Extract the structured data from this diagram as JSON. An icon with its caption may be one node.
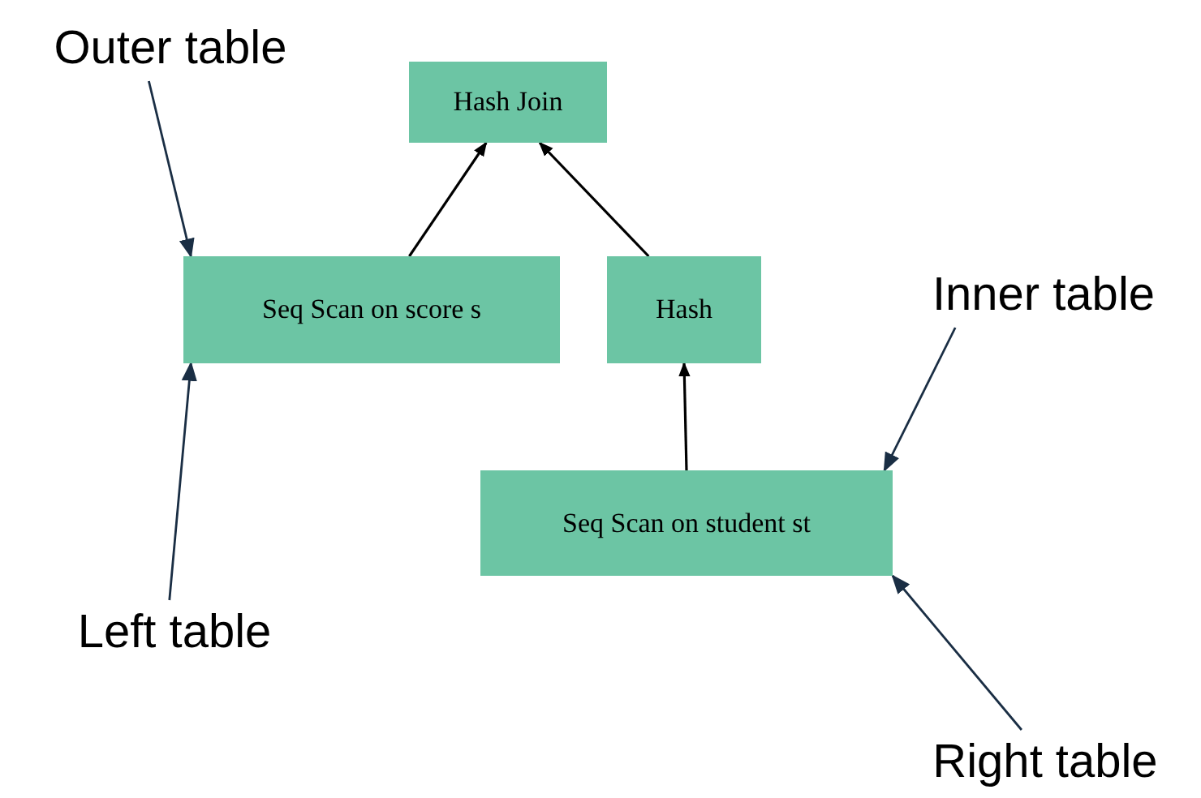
{
  "diagram": {
    "nodes": [
      {
        "text": [
          "Hash Join"
        ]
      },
      {
        "text": [
          "Seq Scan on score s"
        ]
      },
      {
        "text": [
          "Hash"
        ]
      },
      {
        "text": [
          "Seq Scan on student st"
        ]
      },
      {
        "text": [
          "Outer table"
        ]
      },
      {
        "text": [
          "Left table"
        ]
      },
      {
        "text": [
          "Inner table"
        ]
      },
      {
        "text": [
          "Right table"
        ]
      }
    ],
    "edges": [
      {
        "from": 1,
        "to": 0,
        "arrow": "to",
        "color": "#000000"
      },
      {
        "from": 2,
        "to": 0,
        "arrow": "to",
        "color": "#000000"
      },
      {
        "from": 3,
        "to": 2,
        "arrow": "to",
        "color": "#000000"
      },
      {
        "from": 4,
        "to": 1,
        "arrow": "to"
      },
      {
        "from": 5,
        "to": 1,
        "arrow": "to"
      },
      {
        "from": 6,
        "to": 3,
        "arrow": "to"
      },
      {
        "from": 7,
        "to": 3,
        "arrow": "to"
      }
    ]
  }
}
